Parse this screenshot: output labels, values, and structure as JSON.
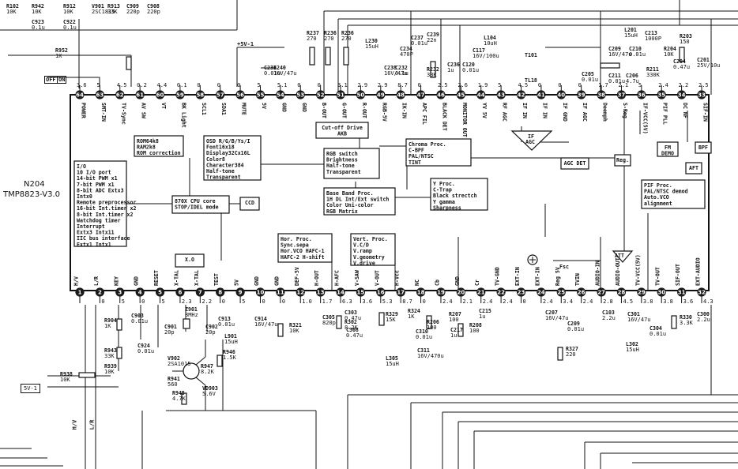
{
  "ic": {
    "ref": "N204",
    "part": "TMP8823-V3.0"
  },
  "supply_label": "+5V-1",
  "off_on": [
    "OFF",
    "ON"
  ],
  "connector_5v": "5V-1",
  "top_pins": [
    {
      "num": "64",
      "name": "POWER",
      "volt": "3.6"
    },
    {
      "num": "63",
      "name": "SMT-IN",
      "volt": "5"
    },
    {
      "num": "62",
      "name": "TV-Sync",
      "volt": "4.5"
    },
    {
      "num": "61",
      "name": "AV SW",
      "volt": "0.2"
    },
    {
      "num": "60",
      "name": "VT",
      "volt": "4.4"
    },
    {
      "num": "59",
      "name": "BK Light",
      "volt": "0.1"
    },
    {
      "num": "58",
      "name": "SCL1",
      "volt": "0"
    },
    {
      "num": "57",
      "name": "SDA1",
      "volt": "0"
    },
    {
      "num": "56",
      "name": "MUTE",
      "volt": "0"
    },
    {
      "num": "55",
      "name": "5V",
      "volt": "5"
    },
    {
      "num": "54",
      "name": "GND",
      "volt": "5.1"
    },
    {
      "num": "53",
      "name": "GND",
      "volt": "0"
    },
    {
      "num": "52",
      "name": "B-OUT",
      "volt": "0"
    },
    {
      "num": "51",
      "name": "G-OUT",
      "volt": "3.1"
    },
    {
      "num": "50",
      "name": "R-OUT",
      "volt": "2.9"
    },
    {
      "num": "49",
      "name": "RGB-5V",
      "volt": "2.9"
    },
    {
      "num": "48",
      "name": "IK-IN",
      "volt": "8.7"
    },
    {
      "num": "47",
      "name": "APC FIL",
      "volt": "0"
    },
    {
      "num": "46",
      "name": "BLACK DET",
      "volt": "2.5"
    },
    {
      "num": "45",
      "name": "MONITOR OUT",
      "volt": "2.6"
    },
    {
      "num": "44",
      "name": "YV 5V",
      "volt": "1.9"
    },
    {
      "num": "43",
      "name": "RF AGC",
      "volt": "5"
    },
    {
      "num": "42",
      "name": "IF IN",
      "volt": "4.5"
    },
    {
      "num": "41",
      "name": "IF IN",
      "volt": "0"
    },
    {
      "num": "40",
      "name": "IF GND",
      "volt": "0"
    },
    {
      "num": "39",
      "name": "IF AGC",
      "volt": "0"
    },
    {
      "num": "38",
      "name": "Deemph",
      "volt": "1.7"
    },
    {
      "num": "37",
      "name": "S-Reg",
      "volt": "2.1"
    },
    {
      "num": "36",
      "name": "IF-VCC(5V)",
      "volt": "5"
    },
    {
      "num": "35",
      "name": "PIF PLL",
      "volt": "2.4"
    },
    {
      "num": "34",
      "name": "DC NF",
      "volt": "2.2"
    },
    {
      "num": "33",
      "name": "SIF-IN",
      "volt": "2.5"
    }
  ],
  "bottom_pins": [
    {
      "num": "1",
      "name": "H/V",
      "volt": ""
    },
    {
      "num": "2",
      "name": "L/R",
      "volt": "0"
    },
    {
      "num": "3",
      "name": "KEY",
      "volt": "5"
    },
    {
      "num": "4",
      "name": "GND",
      "volt": "0"
    },
    {
      "num": "5",
      "name": "RESET",
      "volt": "5"
    },
    {
      "num": "6",
      "name": "X-TAL",
      "volt": "2.3"
    },
    {
      "num": "7",
      "name": "X-TAL",
      "volt": "2.2"
    },
    {
      "num": "8",
      "name": "TEST",
      "volt": "0"
    },
    {
      "num": "9",
      "name": "5V",
      "volt": "5"
    },
    {
      "num": "10",
      "name": "GND",
      "volt": "0"
    },
    {
      "num": "11",
      "name": "GND",
      "volt": "0"
    },
    {
      "num": "12",
      "name": "DEF-5V",
      "volt": "1.0"
    },
    {
      "num": "13",
      "name": "H-OUT",
      "volt": "1.7"
    },
    {
      "num": "14",
      "name": "H-AFC",
      "volt": "6.3"
    },
    {
      "num": "15",
      "name": "V-SAW",
      "volt": "3.6"
    },
    {
      "num": "16",
      "name": "V-OUT",
      "volt": "5.3"
    },
    {
      "num": "17",
      "name": "H-Vcc",
      "volt": "8.7"
    },
    {
      "num": "18",
      "name": "NC",
      "volt": "0"
    },
    {
      "num": "19",
      "name": "Cb",
      "volt": "2.4"
    },
    {
      "num": "20",
      "name": "GND",
      "volt": "2.1"
    },
    {
      "num": "21",
      "name": "Cr",
      "volt": "2.4"
    },
    {
      "num": "22",
      "name": "TV-GND",
      "volt": "2.4"
    },
    {
      "num": "23",
      "name": "EXT-IN",
      "volt": "0"
    },
    {
      "num": "24",
      "name": "EXT-IN",
      "volt": "2.4"
    },
    {
      "num": "25",
      "name": "Reg 5V",
      "volt": "3.4"
    },
    {
      "num": "26",
      "name": "TVIN",
      "volt": "2.4"
    },
    {
      "num": "27",
      "name": "AUDIO-IN",
      "volt": "2.8"
    },
    {
      "num": "28",
      "name": "AUDIO-OUT",
      "volt": "4.5"
    },
    {
      "num": "29",
      "name": "TV-VCC(5V)",
      "volt": "3.8"
    },
    {
      "num": "30",
      "name": "TV-OUT",
      "volt": "3.8"
    },
    {
      "num": "31",
      "name": "SIF-OUT",
      "volt": "3.6"
    },
    {
      "num": "32",
      "name": "EXT-AUDIO",
      "volt": "4.3"
    }
  ],
  "blocks": {
    "io": [
      "I/O",
      "10 I/O port",
      "14-bit PWM x1",
      "7-bit PWM x1",
      "8-bit ADC Extx3",
      "Intx0",
      "Remote preprocessor",
      "16-bit Int.timer x2",
      "8-bit Int.timer x2",
      "Watchdog timer",
      "Interrupt",
      "Extx3  Intx11",
      "IIC bus interface",
      "Extx1  Intx1"
    ],
    "rom": [
      "ROM64k8",
      "RAM2k8",
      "ROM correction"
    ],
    "osd": [
      "OSD R/G/B/Ys/I",
      "Font16x18",
      "Display32Cx16L",
      "Color8",
      "Character384",
      "Half-tone",
      "Transparent"
    ],
    "cpu": [
      "870X CPU core",
      "STOP/IDEL mode"
    ],
    "ccd": "CCD",
    "xo": "X.O",
    "cutoff": [
      "Cut-off Drive",
      "AKB"
    ],
    "rgbsw": [
      "RGB switch",
      "Brightness",
      "Half-tone",
      "Transparent"
    ],
    "chroma": [
      "Chroma Proc.",
      "C-BPF",
      "PAL/NTSC",
      "TINT"
    ],
    "bb": [
      "Base Band Proc.",
      "1H DL Int/Ext switch",
      "Color Uni-color",
      "RGB Matrix"
    ],
    "yproc": [
      "Y Proc.",
      "C-Trap",
      "Black strectch",
      "Y gamma",
      "Sharpness"
    ],
    "hor": [
      "Hor. Proc.",
      "Sync.sepa",
      "Hor.VCO HAFC-1",
      "HAFC-2 H-shift"
    ],
    "vert": [
      "Vert. Proc.",
      "V.C/D",
      "V.ramp",
      "V.geometry",
      "V.drive"
    ],
    "pif": [
      "PIF Proc.",
      "PAL/NTSC demod",
      "Auto.VCO",
      "alignment"
    ],
    "agcdet": "AGC DET",
    "reg": "Reg.",
    "fmdemo": [
      "FM",
      "DEMO"
    ],
    "bpf": "BPF",
    "aft": "AFT",
    "if_agc": [
      "IF",
      "AGC"
    ],
    "fsc": "Fsc",
    "att": "ATT"
  },
  "top_components": [
    {
      "ref": "R102",
      "val": "10K"
    },
    {
      "ref": "R942",
      "val": "10K"
    },
    {
      "ref": "R912",
      "val": "10K"
    },
    {
      "ref": "V901",
      "val": "2SC1815"
    },
    {
      "ref": "R913",
      "val": "33K"
    },
    {
      "ref": "C909",
      "val": "220p"
    },
    {
      "ref": "C908",
      "val": "220p"
    },
    {
      "ref": "C923",
      "val": "0.1u"
    },
    {
      "ref": "C922",
      "val": "0.1u"
    },
    {
      "ref": "R952",
      "val": "1K"
    },
    {
      "ref": "R237",
      "val": "270"
    },
    {
      "ref": "R236",
      "val": "270"
    },
    {
      "ref": "R236",
      "val": "270"
    },
    {
      "ref": "L230",
      "val": "15uH"
    },
    {
      "ref": "C240",
      "val": "16V/47u"
    },
    {
      "ref": "C233",
      "val": "0.01u"
    },
    {
      "ref": "C238",
      "val": "16V/47u"
    },
    {
      "ref": "C237",
      "val": "0.01u"
    },
    {
      "ref": "C239",
      "val": "22n"
    },
    {
      "ref": "R232",
      "val": "33K"
    },
    {
      "ref": "C234",
      "val": "470P"
    },
    {
      "ref": "C232",
      "val": "0.1u"
    },
    {
      "ref": "C236",
      "val": "1u"
    },
    {
      "ref": "L104",
      "val": "10uH"
    },
    {
      "ref": "C120",
      "val": "0.01u"
    },
    {
      "ref": "C117",
      "val": "16V/100u"
    },
    {
      "ref": "T101",
      "val": ""
    },
    {
      "ref": "TL18",
      "val": ""
    },
    {
      "ref": "C205",
      "val": "0.01u"
    },
    {
      "ref": "C211",
      "val": "0.01u"
    },
    {
      "ref": "L201",
      "val": "15uH"
    },
    {
      "ref": "C209",
      "val": "16V/47u"
    },
    {
      "ref": "C210",
      "val": "0.01u"
    },
    {
      "ref": "C213",
      "val": "1000P"
    },
    {
      "ref": "C206",
      "val": "4.7u"
    },
    {
      "ref": "R204",
      "val": "10K"
    },
    {
      "ref": "R203",
      "val": "150"
    },
    {
      "ref": "R211",
      "val": "330K"
    },
    {
      "ref": "C204",
      "val": "0.47u"
    },
    {
      "ref": "C201",
      "val": "25V/10u"
    }
  ],
  "bottom_components": [
    {
      "ref": "R904",
      "val": "1K"
    },
    {
      "ref": "C903",
      "val": "0.01u"
    },
    {
      "ref": "R943",
      "val": "33K"
    },
    {
      "ref": "C924",
      "val": "0.01u"
    },
    {
      "ref": "R939",
      "val": "10K"
    },
    {
      "ref": "R938",
      "val": "10K"
    },
    {
      "ref": "Z901",
      "val": "8MHz"
    },
    {
      "ref": "C901",
      "val": "20p"
    },
    {
      "ref": "C902",
      "val": "20p"
    },
    {
      "ref": "C913",
      "val": "0.01u"
    },
    {
      "ref": "C914",
      "val": "16V/47u"
    },
    {
      "ref": "L901",
      "val": "15uH"
    },
    {
      "ref": "R946",
      "val": "1.5K"
    },
    {
      "ref": "V902",
      "val": "2SA1015"
    },
    {
      "ref": "R947",
      "val": "8.2K"
    },
    {
      "ref": "R941",
      "val": "560"
    },
    {
      "ref": "R945",
      "val": "4.7K"
    },
    {
      "ref": "VD903",
      "val": "5.6V"
    },
    {
      "ref": "R321",
      "val": "10K"
    },
    {
      "ref": "C305",
      "val": "820p"
    },
    {
      "ref": "C303",
      "val": "0.47u"
    },
    {
      "ref": "R302",
      "val": "8.2K"
    },
    {
      "ref": "C308",
      "val": "0.47u"
    },
    {
      "ref": "R329",
      "val": "15K"
    },
    {
      "ref": "R324",
      "val": "1K"
    },
    {
      "ref": "R206",
      "val": "100"
    },
    {
      "ref": "C310",
      "val": "0.01u"
    },
    {
      "ref": "C311",
      "val": "16V/470u"
    },
    {
      "ref": "L305",
      "val": "15uH"
    },
    {
      "ref": "R207",
      "val": "100"
    },
    {
      "ref": "R208",
      "val": "100"
    },
    {
      "ref": "C217",
      "val": "1u"
    },
    {
      "ref": "C215",
      "val": "1u"
    },
    {
      "ref": "C207",
      "val": "16V/47u"
    },
    {
      "ref": "C209",
      "val": "0.01u"
    },
    {
      "ref": "R327",
      "val": "220"
    },
    {
      "ref": "C103",
      "val": "2.2u"
    },
    {
      "ref": "C304",
      "val": "0.01u"
    },
    {
      "ref": "C301",
      "val": "16V/47u"
    },
    {
      "ref": "L302",
      "val": "15uH"
    },
    {
      "ref": "R330",
      "val": "3.3K"
    },
    {
      "ref": "C300",
      "val": "2.2u"
    }
  ],
  "bottom_net_labels": [
    "H/V",
    "L/R"
  ]
}
